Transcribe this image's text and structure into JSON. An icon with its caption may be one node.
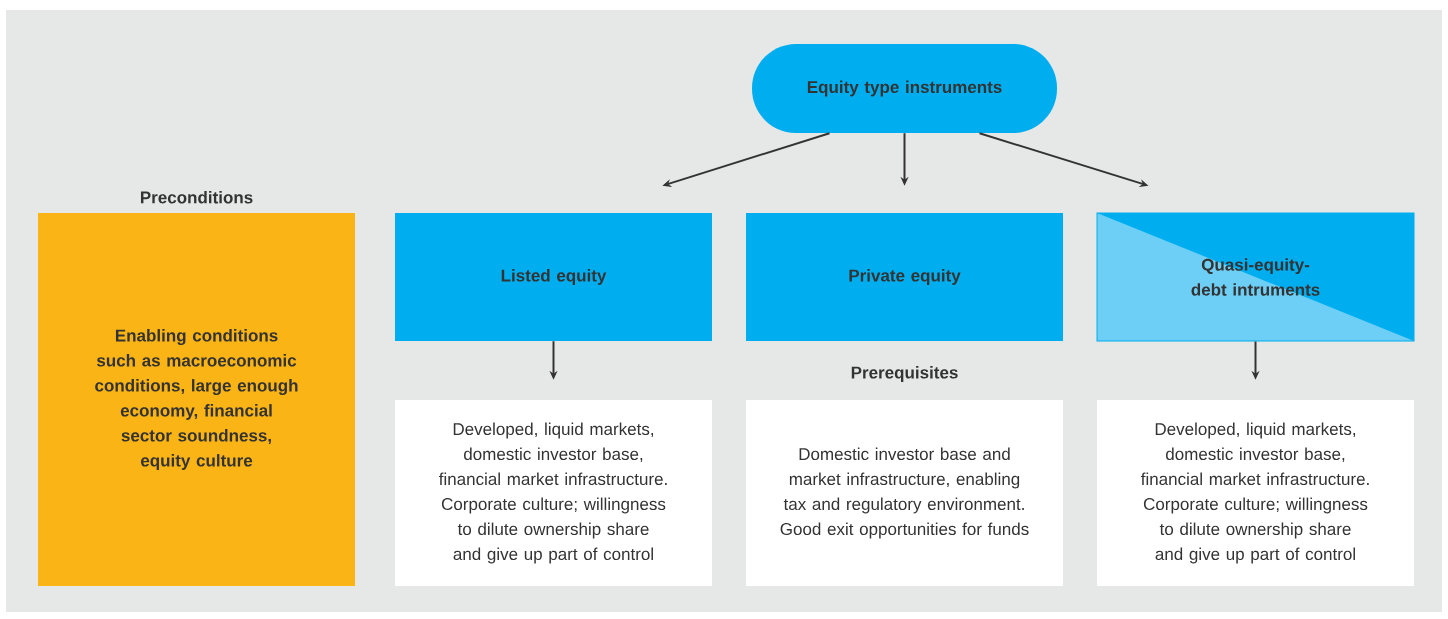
{
  "diagram": {
    "nodes": [
      {
        "text": [
          "Equity type instruments"
        ]
      },
      {
        "text": [
          "Preconditions",
          "Enabling conditions such as macroeconomic conditions, large enough economy, financial sector soundness, equity culture"
        ]
      },
      {
        "text": [
          "Listed equity"
        ]
      },
      {
        "text": [
          "Private equity"
        ]
      },
      {
        "text": [
          "Quasi-equity-debt intruments"
        ]
      },
      {
        "text": [
          "Developed, liquid markets, domestic investor base, financial market infrastructure. Corporate culture; willingness to dilute ownership share and give up part of control"
        ]
      },
      {
        "text": [
          "Domestic investor base and market infrastructure, enabling tax and regulatory environment. Good exit opportunities for funds"
        ]
      },
      {
        "text": [
          "Developed, liquid markets, domestic investor base, financial market infrastructure. Corporate culture; willingness to dilute ownership share and give up part of control"
        ]
      }
    ],
    "edges": [
      {
        "from": 0,
        "to": 2,
        "arrow": "to"
      },
      {
        "from": 0,
        "to": 3,
        "arrow": "to"
      },
      {
        "from": 0,
        "to": 4,
        "arrow": "to"
      },
      {
        "from": 2,
        "to": 5,
        "arrow": "to"
      },
      {
        "from": 4,
        "to": 7,
        "arrow": "to"
      }
    ],
    "labels": [
      "Prerequisites"
    ]
  }
}
